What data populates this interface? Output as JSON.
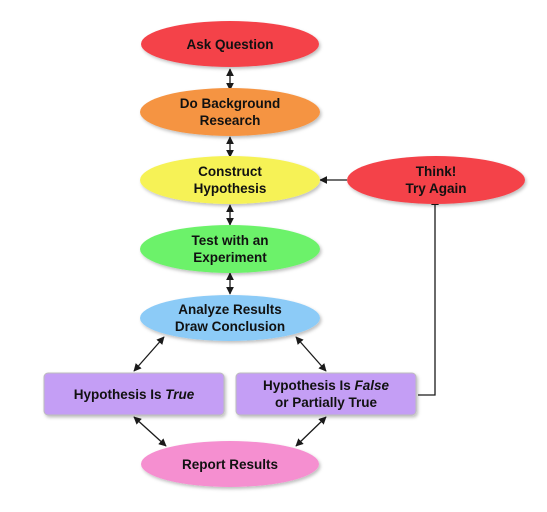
{
  "nodes": {
    "ask_question": {
      "line1": "Ask Question",
      "color": "#f4424a"
    },
    "background_research": {
      "line1": "Do Background",
      "line2": "Research",
      "color": "#f59443"
    },
    "construct_hypothesis": {
      "line1": "Construct",
      "line2": "Hypothesis",
      "color": "#f6f257"
    },
    "test_experiment": {
      "line1": "Test with an",
      "line2": "Experiment",
      "color": "#6cf26a"
    },
    "analyze_results": {
      "line1": "Analyze Results",
      "line2": "Draw Conclusion",
      "color": "#8ccbf7"
    },
    "hypothesis_true": {
      "prefix": "Hypothesis Is ",
      "emphasis": "True",
      "color": "#c49ef5"
    },
    "hypothesis_false": {
      "prefix": "Hypothesis Is ",
      "emphasis": "False",
      "line2": "or Partially True",
      "color": "#c49ef5"
    },
    "report_results": {
      "line1": "Report Results",
      "color": "#f58fd0"
    },
    "think_try_again": {
      "line1": "Think!",
      "line2": "Try Again",
      "color": "#f4424a"
    }
  },
  "colors": {
    "arrow": "#1a1a1a",
    "shape_border": "#bdbdbd"
  }
}
